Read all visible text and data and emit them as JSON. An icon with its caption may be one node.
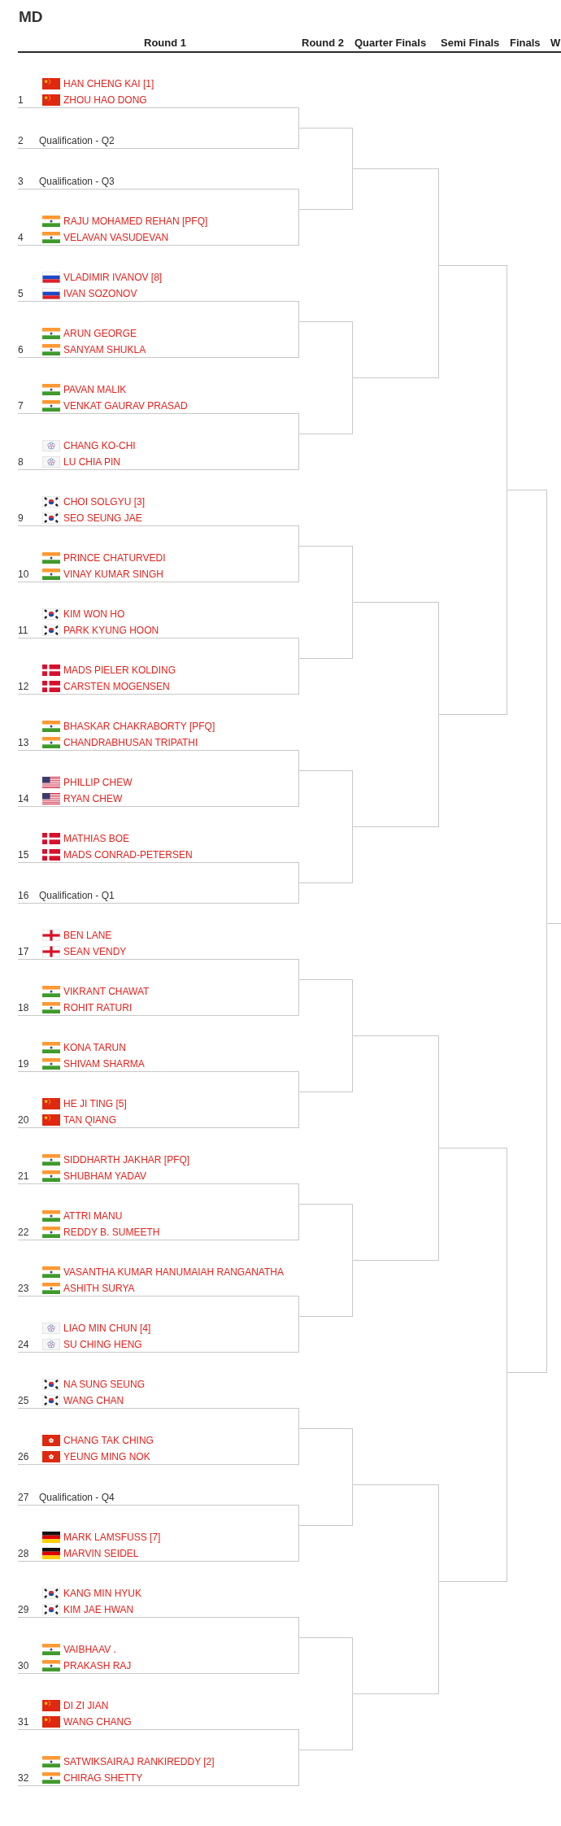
{
  "diagram": {
    "title": "MD",
    "labels": [
      "Round 1",
      "Round 2",
      "Quarter Finals",
      "Semi Finals",
      "Finals",
      "W"
    ],
    "nodes": [
      {
        "text": [
          "1",
          "HAN CHENG KAI [1]",
          "ZHOU HAO DONG"
        ]
      },
      {
        "text": [
          "2",
          "Qualification - Q2"
        ]
      },
      {
        "text": [
          "3",
          "Qualification - Q3"
        ]
      },
      {
        "text": [
          "4",
          "RAJU MOHAMED REHAN [PFQ]",
          "VELAVAN VASUDEVAN"
        ]
      },
      {
        "text": [
          "5",
          "VLADIMIR IVANOV [8]",
          "IVAN SOZONOV"
        ]
      },
      {
        "text": [
          "6",
          "ARUN GEORGE",
          "SANYAM SHUKLA"
        ]
      },
      {
        "text": [
          "7",
          "PAVAN MALIK",
          "VENKAT GAURAV PRASAD"
        ]
      },
      {
        "text": [
          "8",
          "CHANG KO-CHI",
          "LU CHIA PIN"
        ]
      },
      {
        "text": [
          "9",
          "CHOI SOLGYU [3]",
          "SEO SEUNG JAE"
        ]
      },
      {
        "text": [
          "10",
          "PRINCE CHATURVEDI",
          "VINAY KUMAR SINGH"
        ]
      },
      {
        "text": [
          "11",
          "KIM WON HO",
          "PARK KYUNG HOON"
        ]
      },
      {
        "text": [
          "12",
          "MADS PIELER KOLDING",
          "CARSTEN MOGENSEN"
        ]
      },
      {
        "text": [
          "13",
          "BHASKAR CHAKRABORTY [PFQ]",
          "CHANDRABHUSAN TRIPATHI"
        ]
      },
      {
        "text": [
          "14",
          "PHILLIP CHEW",
          "RYAN CHEW"
        ]
      },
      {
        "text": [
          "15",
          "MATHIAS BOE",
          "MADS CONRAD-PETERSEN"
        ]
      },
      {
        "text": [
          "16",
          "Qualification - Q1"
        ]
      },
      {
        "text": [
          "17",
          "BEN LANE",
          "SEAN VENDY"
        ]
      },
      {
        "text": [
          "18",
          "VIKRANT CHAWAT",
          "ROHIT RATURI"
        ]
      },
      {
        "text": [
          "19",
          "KONA TARUN",
          "SHIVAM SHARMA"
        ]
      },
      {
        "text": [
          "20",
          "HE JI TING [5]",
          "TAN QIANG"
        ]
      },
      {
        "text": [
          "21",
          "SIDDHARTH JAKHAR [PFQ]",
          "SHUBHAM YADAV"
        ]
      },
      {
        "text": [
          "22",
          "ATTRI MANU",
          "REDDY B. SUMEETH"
        ]
      },
      {
        "text": [
          "23",
          "VASANTHA KUMAR HANUMAIAH RANGANATHA",
          "ASHITH SURYA"
        ]
      },
      {
        "text": [
          "24",
          "LIAO MIN CHUN [4]",
          "SU CHING HENG"
        ]
      },
      {
        "text": [
          "25",
          "NA SUNG SEUNG",
          "WANG CHAN"
        ]
      },
      {
        "text": [
          "26",
          "CHANG TAK CHING",
          "YEUNG MING NOK"
        ]
      },
      {
        "text": [
          "27",
          "Qualification - Q4"
        ]
      },
      {
        "text": [
          "28",
          "MARK LAMSFUSS [7]",
          "MARVIN SEIDEL"
        ]
      },
      {
        "text": [
          "29",
          "KANG MIN HYUK",
          "KIM JAE HWAN"
        ]
      },
      {
        "text": [
          "30",
          "VAIBHAAV .",
          "PRAKASH RAJ"
        ]
      },
      {
        "text": [
          "31",
          "DI ZI JIAN",
          "WANG CHANG"
        ]
      },
      {
        "text": [
          "32",
          "SATWIKSAIRAJ RANKIREDDY [2]",
          "CHIRAG SHETTY"
        ]
      },
      {
        "text": [],
        "shape": "line"
      },
      {
        "text": [],
        "shape": "line"
      },
      {
        "text": [],
        "shape": "line"
      },
      {
        "text": [],
        "shape": "line"
      },
      {
        "text": [],
        "shape": "line"
      },
      {
        "text": [],
        "shape": "line"
      },
      {
        "text": [],
        "shape": "line"
      },
      {
        "text": [],
        "shape": "line"
      },
      {
        "text": [],
        "shape": "line"
      },
      {
        "text": [],
        "shape": "line"
      },
      {
        "text": [],
        "shape": "line"
      },
      {
        "text": [],
        "shape": "line"
      },
      {
        "text": [],
        "shape": "line"
      },
      {
        "text": [],
        "shape": "line"
      },
      {
        "text": [],
        "shape": "line"
      },
      {
        "text": [],
        "shape": "line"
      },
      {
        "text": [],
        "shape": "line"
      },
      {
        "text": [],
        "shape": "line"
      },
      {
        "text": [],
        "shape": "line"
      },
      {
        "text": [],
        "shape": "line"
      },
      {
        "text": [],
        "shape": "line"
      },
      {
        "text": [],
        "shape": "line"
      },
      {
        "text": [],
        "shape": "line"
      },
      {
        "text": [],
        "shape": "line"
      },
      {
        "text": [],
        "shape": "line"
      },
      {
        "text": [],
        "shape": "line"
      },
      {
        "text": [],
        "shape": "line"
      },
      {
        "text": [],
        "shape": "line"
      },
      {
        "text": [],
        "shape": "line"
      },
      {
        "text": [],
        "shape": "line"
      },
      {
        "text": [],
        "shape": "line"
      }
    ],
    "edges": [
      {
        "from": 0,
        "to": 32,
        "arrow": "none"
      },
      {
        "from": 1,
        "to": 32,
        "arrow": "none"
      },
      {
        "from": 2,
        "to": 33,
        "arrow": "none"
      },
      {
        "from": 3,
        "to": 33,
        "arrow": "none"
      },
      {
        "from": 4,
        "to": 34,
        "arrow": "none"
      },
      {
        "from": 5,
        "to": 34,
        "arrow": "none"
      },
      {
        "from": 6,
        "to": 35,
        "arrow": "none"
      },
      {
        "from": 7,
        "to": 35,
        "arrow": "none"
      },
      {
        "from": 8,
        "to": 36,
        "arrow": "none"
      },
      {
        "from": 9,
        "to": 36,
        "arrow": "none"
      },
      {
        "from": 10,
        "to": 37,
        "arrow": "none"
      },
      {
        "from": 11,
        "to": 37,
        "arrow": "none"
      },
      {
        "from": 12,
        "to": 38,
        "arrow": "none"
      },
      {
        "from": 13,
        "to": 38,
        "arrow": "none"
      },
      {
        "from": 14,
        "to": 39,
        "arrow": "none"
      },
      {
        "from": 15,
        "to": 39,
        "arrow": "none"
      },
      {
        "from": 16,
        "to": 40,
        "arrow": "none"
      },
      {
        "from": 17,
        "to": 40,
        "arrow": "none"
      },
      {
        "from": 18,
        "to": 41,
        "arrow": "none"
      },
      {
        "from": 19,
        "to": 41,
        "arrow": "none"
      },
      {
        "from": 20,
        "to": 42,
        "arrow": "none"
      },
      {
        "from": 21,
        "to": 42,
        "arrow": "none"
      },
      {
        "from": 22,
        "to": 43,
        "arrow": "none"
      },
      {
        "from": 23,
        "to": 43,
        "arrow": "none"
      },
      {
        "from": 24,
        "to": 44,
        "arrow": "none"
      },
      {
        "from": 25,
        "to": 44,
        "arrow": "none"
      },
      {
        "from": 26,
        "to": 45,
        "arrow": "none"
      },
      {
        "from": 27,
        "to": 45,
        "arrow": "none"
      },
      {
        "from": 28,
        "to": 46,
        "arrow": "none"
      },
      {
        "from": 29,
        "to": 46,
        "arrow": "none"
      },
      {
        "from": 30,
        "to": 47,
        "arrow": "none"
      },
      {
        "from": 31,
        "to": 47,
        "arrow": "none"
      },
      {
        "from": 32,
        "to": 48,
        "arrow": "none"
      },
      {
        "from": 33,
        "to": 48,
        "arrow": "none"
      },
      {
        "from": 34,
        "to": 49,
        "arrow": "none"
      },
      {
        "from": 35,
        "to": 49,
        "arrow": "none"
      },
      {
        "from": 36,
        "to": 50,
        "arrow": "none"
      },
      {
        "from": 37,
        "to": 50,
        "arrow": "none"
      },
      {
        "from": 38,
        "to": 51,
        "arrow": "none"
      },
      {
        "from": 39,
        "to": 51,
        "arrow": "none"
      },
      {
        "from": 40,
        "to": 52,
        "arrow": "none"
      },
      {
        "from": 41,
        "to": 52,
        "arrow": "none"
      },
      {
        "from": 42,
        "to": 53,
        "arrow": "none"
      },
      {
        "from": 43,
        "to": 53,
        "arrow": "none"
      },
      {
        "from": 44,
        "to": 54,
        "arrow": "none"
      },
      {
        "from": 45,
        "to": 54,
        "arrow": "none"
      },
      {
        "from": 46,
        "to": 55,
        "arrow": "none"
      },
      {
        "from": 47,
        "to": 55,
        "arrow": "none"
      },
      {
        "from": 48,
        "to": 56,
        "arrow": "none"
      },
      {
        "from": 49,
        "to": 56,
        "arrow": "none"
      },
      {
        "from": 50,
        "to": 57,
        "arrow": "none"
      },
      {
        "from": 51,
        "to": 57,
        "arrow": "none"
      },
      {
        "from": 52,
        "to": 58,
        "arrow": "none"
      },
      {
        "from": 53,
        "to": 58,
        "arrow": "none"
      },
      {
        "from": 54,
        "to": 59,
        "arrow": "none"
      },
      {
        "from": 55,
        "to": 59,
        "arrow": "none"
      },
      {
        "from": 56,
        "to": 60,
        "arrow": "none"
      },
      {
        "from": 57,
        "to": 60,
        "arrow": "none"
      },
      {
        "from": 58,
        "to": 61,
        "arrow": "none"
      },
      {
        "from": 59,
        "to": 61,
        "arrow": "none"
      },
      {
        "from": 60,
        "to": 62,
        "arrow": "none"
      },
      {
        "from": 61,
        "to": 62,
        "arrow": "none"
      }
    ]
  }
}
